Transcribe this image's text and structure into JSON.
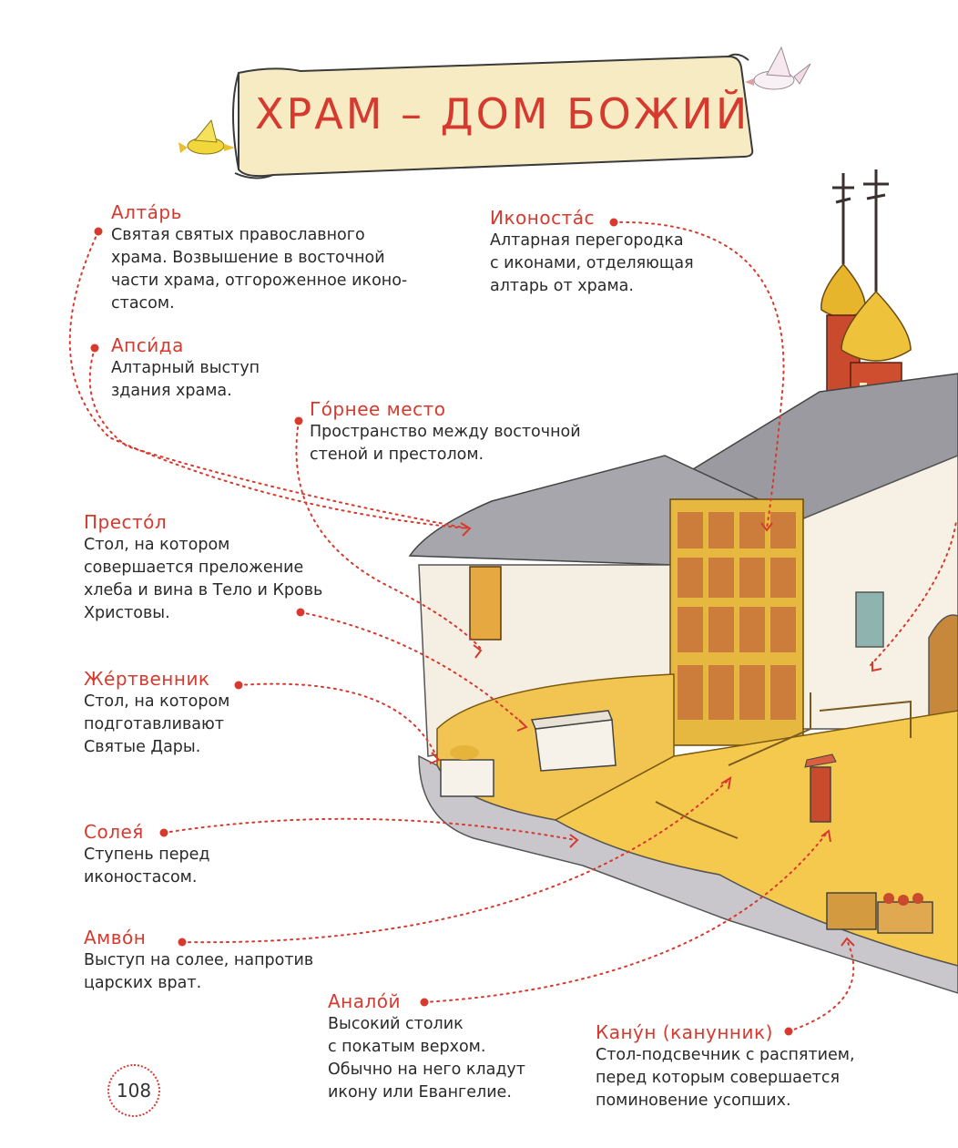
{
  "title": "ХРАМ – ДОМ БОЖИЙ",
  "page_number": "108",
  "colors": {
    "accent": "#d63a2f",
    "banner": "#f7ebc4",
    "floor": "#f2c451",
    "roof": "#9a9aa0",
    "dome_gold": "#e7b52c",
    "drum_red": "#c94a2c"
  },
  "entries": {
    "altar": {
      "term": "Алта́рь",
      "lines": [
        "Святая святых православного",
        "храма. Возвышение в восточной",
        "части храма, отгороженное иконо-",
        "стасом."
      ]
    },
    "apse": {
      "term": "Апси́да",
      "lines": [
        "Алтарный выступ",
        "здания храма."
      ]
    },
    "iconostasis": {
      "term": "Иконоста́с",
      "lines": [
        "Алтарная перегородка",
        "с иконами, отделяющая",
        "алтарь от храма."
      ]
    },
    "high_place": {
      "term": "Го́рнее место",
      "lines": [
        "Пространство между восточной",
        "стеной и престолом."
      ]
    },
    "prestol": {
      "term": "Престо́л",
      "lines": [
        "Стол, на котором",
        "совершается преложение",
        "хлеба и вина в Тело и Кровь",
        "Христовы."
      ]
    },
    "zhertvennik": {
      "term": "Же́ртвенник",
      "lines": [
        "Стол, на котором",
        "подготавливают",
        "Святые Дары."
      ]
    },
    "soleya": {
      "term": "Солея́",
      "lines": [
        "Ступень перед",
        "иконостасом."
      ]
    },
    "ambon": {
      "term": "Амво́н",
      "lines": [
        "Выступ на солее, напротив",
        "царских врат."
      ]
    },
    "analoy": {
      "term": "Анало́й",
      "lines": [
        "Высокий столик",
        "с покатым верхом.",
        "Обычно на него кладут",
        "икону или Евангелие."
      ]
    },
    "kanun": {
      "term": "Кану́н (канунник)",
      "lines": [
        "Стол-подсвечник с распятием,",
        "перед которым совершается",
        "поминовение усопших."
      ]
    }
  }
}
